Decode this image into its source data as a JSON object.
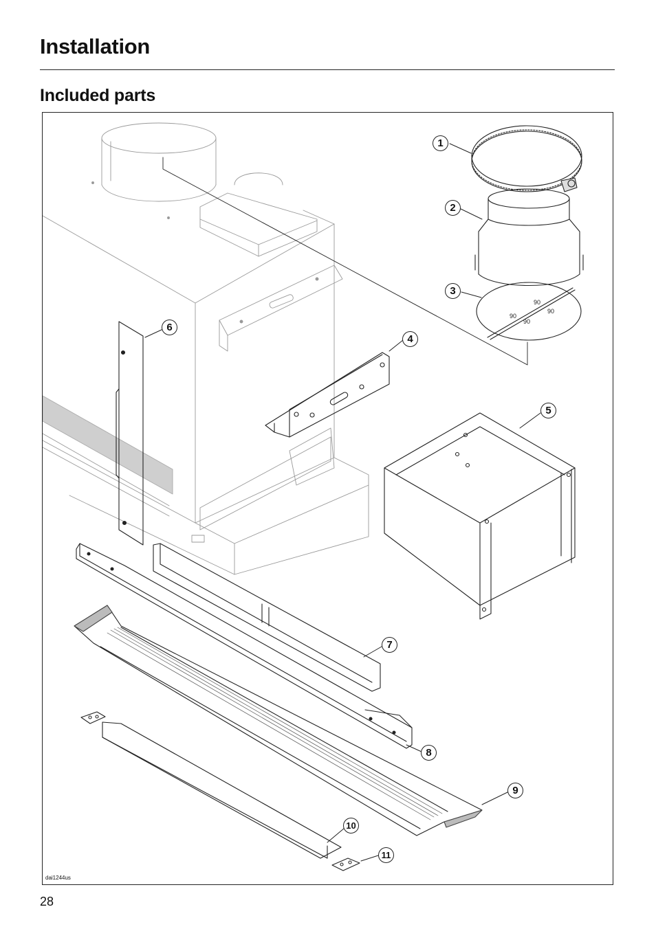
{
  "header": {
    "title": "Installation",
    "subtitle": "Included parts"
  },
  "figure": {
    "code": "dai1244us",
    "callouts": [
      "1",
      "2",
      "3",
      "4",
      "5",
      "6",
      "7",
      "8",
      "9",
      "10",
      "11"
    ]
  },
  "footer": {
    "page_number": "28"
  }
}
